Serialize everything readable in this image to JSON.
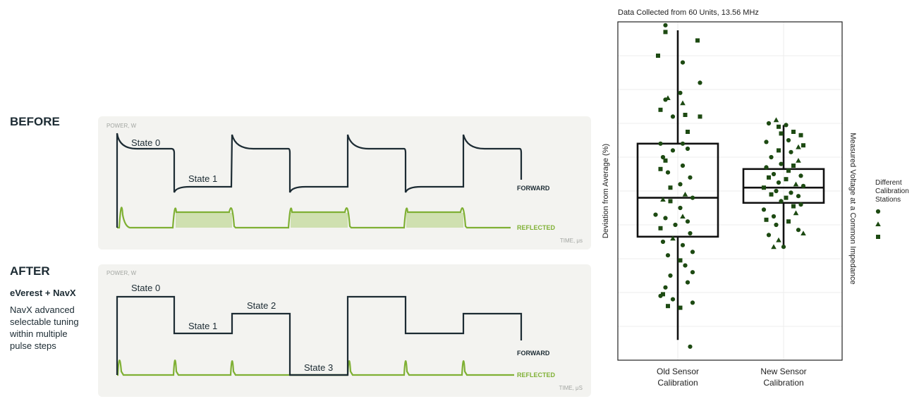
{
  "left": {
    "before_heading": "BEFORE",
    "after_heading": "AFTER",
    "after_subtitle": "eVerest + NavX",
    "after_desc": [
      "NavX advanced",
      "selectable tuning",
      "within multiple",
      "pulse steps"
    ]
  },
  "before_panel": {
    "y_axis": "POWER, W",
    "x_axis": "TIME, μs",
    "forward_label": "FORWARD",
    "reflected_label": "REFLECTED",
    "state_labels": [
      "State 0",
      "State 1"
    ]
  },
  "after_panel": {
    "y_axis": "POWER, W",
    "x_axis": "TIME, μS",
    "forward_label": "FORWARD",
    "reflected_label": "REFLECTED",
    "state_labels": [
      "State 0",
      "State 1",
      "State 2",
      "State 3"
    ]
  },
  "colors": {
    "forward": "#1c2b33",
    "reflected": "#7fb034",
    "reflected_fill": "#cfe0b0",
    "points": "#1d4a12",
    "panel": "#f3f3f0"
  },
  "chart_data": {
    "type": "box",
    "title": "Data Collected from 60 Units, 13.56 MHz",
    "ylabel": "Deviation from Average (%)",
    "ylabel_right": "Measured Voltage at a Common Impedance",
    "categories": [
      "Old Sensor\nCalibration",
      "New Sensor\nCalibration"
    ],
    "grid": true,
    "ylim": [
      -10,
      10
    ],
    "legend": {
      "title": "Different\nCalibration\nStations",
      "entries": [
        "circle",
        "triangle",
        "square"
      ],
      "placement": "right"
    },
    "boxes": [
      {
        "min": -8.8,
        "q1": -2.7,
        "median": -0.4,
        "q3": 2.8,
        "max": 9.5
      },
      {
        "min": -3.3,
        "q1": -0.7,
        "median": 0.2,
        "q3": 1.3,
        "max": 3.9
      }
    ],
    "points": [
      [
        {
          "y": 9.8,
          "s": "circle",
          "j": -0.25
        },
        {
          "y": 9.4,
          "s": "square",
          "j": -0.25
        },
        {
          "y": 8.9,
          "s": "square",
          "j": 0.4
        },
        {
          "y": 8.0,
          "s": "square",
          "j": -0.4
        },
        {
          "y": 7.6,
          "s": "circle",
          "j": 0.1
        },
        {
          "y": 6.4,
          "s": "circle",
          "j": 0.45
        },
        {
          "y": 5.8,
          "s": "circle",
          "j": 0.05
        },
        {
          "y": 5.5,
          "s": "triangle",
          "j": -0.2
        },
        {
          "y": 5.4,
          "s": "circle",
          "j": -0.25
        },
        {
          "y": 5.2,
          "s": "triangle",
          "j": 0.1
        },
        {
          "y": 4.8,
          "s": "square",
          "j": -0.35
        },
        {
          "y": 4.5,
          "s": "square",
          "j": 0.15
        },
        {
          "y": 4.4,
          "s": "circle",
          "j": -0.1
        },
        {
          "y": 4.4,
          "s": "square",
          "j": 0.45
        },
        {
          "y": 3.5,
          "s": "square",
          "j": 0.2
        },
        {
          "y": 2.8,
          "s": "circle",
          "j": -0.35
        },
        {
          "y": 2.8,
          "s": "circle",
          "j": 0.1
        },
        {
          "y": 2.5,
          "s": "circle",
          "j": 0.2
        },
        {
          "y": 2.4,
          "s": "circle",
          "j": -0.1
        },
        {
          "y": 2.0,
          "s": "circle",
          "j": -0.3
        },
        {
          "y": 1.8,
          "s": "square",
          "j": -0.25
        },
        {
          "y": 1.5,
          "s": "circle",
          "j": 0.1
        },
        {
          "y": 1.3,
          "s": "square",
          "j": -0.35
        },
        {
          "y": 1.1,
          "s": "circle",
          "j": -0.2
        },
        {
          "y": 0.8,
          "s": "circle",
          "j": 0.25
        },
        {
          "y": 0.4,
          "s": "circle",
          "j": 0.05
        },
        {
          "y": 0.2,
          "s": "square",
          "j": -0.15
        },
        {
          "y": -0.2,
          "s": "triangle",
          "j": 0.15
        },
        {
          "y": -0.4,
          "s": "circle",
          "j": 0.3
        },
        {
          "y": -0.5,
          "s": "triangle",
          "j": -0.3
        },
        {
          "y": -0.6,
          "s": "square",
          "j": -0.15
        },
        {
          "y": -1.0,
          "s": "circle",
          "j": 0.05
        },
        {
          "y": -1.4,
          "s": "circle",
          "j": -0.45
        },
        {
          "y": -1.5,
          "s": "triangle",
          "j": 0.1
        },
        {
          "y": -1.6,
          "s": "circle",
          "j": -0.25
        },
        {
          "y": -1.8,
          "s": "circle",
          "j": 0.2
        },
        {
          "y": -2.0,
          "s": "circle",
          "j": -0.05
        },
        {
          "y": -2.2,
          "s": "square",
          "j": -0.35
        },
        {
          "y": -2.5,
          "s": "circle",
          "j": 0.25
        },
        {
          "y": -2.8,
          "s": "triangle",
          "j": -0.1
        },
        {
          "y": -3.0,
          "s": "circle",
          "j": -0.3
        },
        {
          "y": -3.2,
          "s": "circle",
          "j": 0.1
        },
        {
          "y": -3.6,
          "s": "circle",
          "j": 0.3
        },
        {
          "y": -3.8,
          "s": "circle",
          "j": -0.2
        },
        {
          "y": -4.1,
          "s": "square",
          "j": 0.05
        },
        {
          "y": -4.4,
          "s": "circle",
          "j": 0.15
        },
        {
          "y": -4.8,
          "s": "circle",
          "j": 0.3
        },
        {
          "y": -5.0,
          "s": "circle",
          "j": -0.15
        },
        {
          "y": -5.4,
          "s": "circle",
          "j": 0.2
        },
        {
          "y": -5.7,
          "s": "circle",
          "j": -0.25
        },
        {
          "y": -6.1,
          "s": "square",
          "j": -0.3
        },
        {
          "y": -6.2,
          "s": "circle",
          "j": -0.35
        },
        {
          "y": -6.4,
          "s": "circle",
          "j": -0.1
        },
        {
          "y": -6.6,
          "s": "circle",
          "j": 0.3
        },
        {
          "y": -6.8,
          "s": "square",
          "j": -0.2
        },
        {
          "y": -6.9,
          "s": "square",
          "j": 0.05
        },
        {
          "y": -9.2,
          "s": "circle",
          "j": 0.25
        }
      ],
      [
        {
          "y": 4.2,
          "s": "triangle",
          "j": -0.15
        },
        {
          "y": 4.0,
          "s": "circle",
          "j": -0.3
        },
        {
          "y": 3.9,
          "s": "circle",
          "j": 0.05
        },
        {
          "y": 3.8,
          "s": "square",
          "j": -0.1
        },
        {
          "y": 3.5,
          "s": "square",
          "j": 0.2
        },
        {
          "y": 3.4,
          "s": "square",
          "j": -0.05
        },
        {
          "y": 3.3,
          "s": "square",
          "j": 0.35
        },
        {
          "y": 3.0,
          "s": "circle",
          "j": 0.1
        },
        {
          "y": 2.9,
          "s": "circle",
          "j": -0.35
        },
        {
          "y": 2.7,
          "s": "square",
          "j": 0.4
        },
        {
          "y": 2.6,
          "s": "triangle",
          "j": 0.3
        },
        {
          "y": 2.4,
          "s": "square",
          "j": -0.1
        },
        {
          "y": 2.3,
          "s": "circle",
          "j": 0.15
        },
        {
          "y": 2.0,
          "s": "circle",
          "j": -0.25
        },
        {
          "y": 1.8,
          "s": "triangle",
          "j": 0.3
        },
        {
          "y": 1.6,
          "s": "circle",
          "j": -0.05
        },
        {
          "y": 1.5,
          "s": "square",
          "j": 0.2
        },
        {
          "y": 1.4,
          "s": "circle",
          "j": -0.35
        },
        {
          "y": 1.2,
          "s": "square",
          "j": 0.1
        },
        {
          "y": 1.0,
          "s": "circle",
          "j": -0.2
        },
        {
          "y": 0.9,
          "s": "circle",
          "j": 0.35
        },
        {
          "y": 0.8,
          "s": "square",
          "j": -0.3
        },
        {
          "y": 0.7,
          "s": "square",
          "j": 0.05
        },
        {
          "y": 0.5,
          "s": "circle",
          "j": -0.1
        },
        {
          "y": 0.4,
          "s": "triangle",
          "j": 0.25
        },
        {
          "y": 0.3,
          "s": "circle",
          "j": 0.4
        },
        {
          "y": 0.2,
          "s": "square",
          "j": -0.4
        },
        {
          "y": 0.0,
          "s": "circle",
          "j": -0.15
        },
        {
          "y": -0.1,
          "s": "circle",
          "j": 0.15
        },
        {
          "y": -0.2,
          "s": "square",
          "j": -0.25
        },
        {
          "y": -0.3,
          "s": "circle",
          "j": 0.3
        },
        {
          "y": -0.4,
          "s": "square",
          "j": 0.05
        },
        {
          "y": -0.6,
          "s": "circle",
          "j": -0.05
        },
        {
          "y": -0.8,
          "s": "circle",
          "j": 0.35
        },
        {
          "y": -0.9,
          "s": "square",
          "j": 0.2
        },
        {
          "y": -1.1,
          "s": "circle",
          "j": -0.4
        },
        {
          "y": -1.3,
          "s": "triangle",
          "j": 0.25
        },
        {
          "y": -1.5,
          "s": "circle",
          "j": -0.2
        },
        {
          "y": -1.7,
          "s": "square",
          "j": -0.35
        },
        {
          "y": -1.8,
          "s": "square",
          "j": 0.1
        },
        {
          "y": -2.0,
          "s": "circle",
          "j": -0.15
        },
        {
          "y": -2.3,
          "s": "circle",
          "j": 0.3
        },
        {
          "y": -2.5,
          "s": "triangle",
          "j": 0.4
        },
        {
          "y": -2.6,
          "s": "circle",
          "j": -0.3
        },
        {
          "y": -2.9,
          "s": "triangle",
          "j": -0.1
        },
        {
          "y": -3.3,
          "s": "triangle",
          "j": -0.2
        },
        {
          "y": -3.3,
          "s": "circle",
          "j": 0.0
        }
      ]
    ]
  }
}
